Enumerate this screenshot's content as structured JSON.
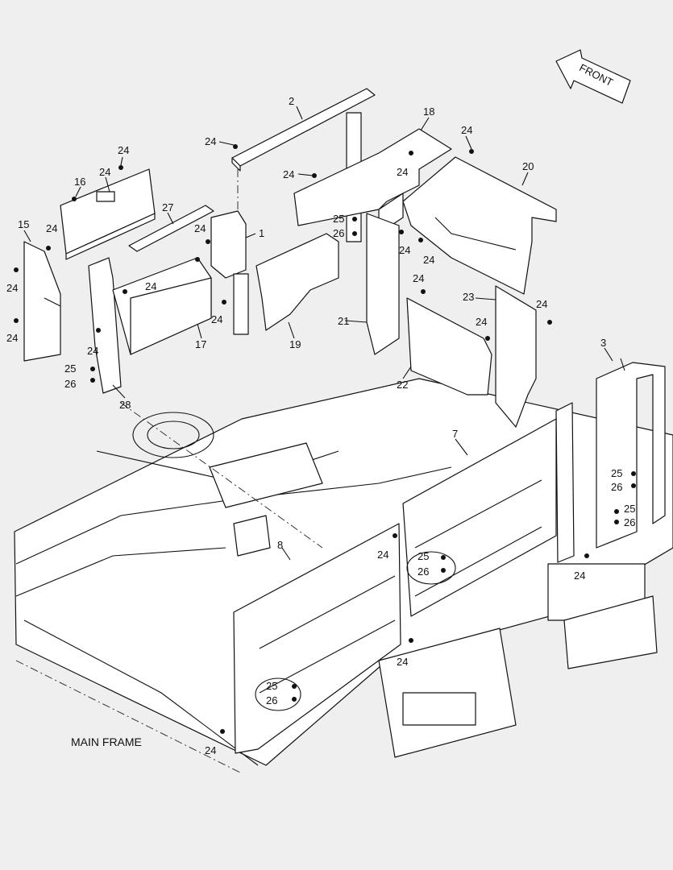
{
  "diagram": {
    "main_label": "MAIN FRAME",
    "direction_label": "FRONT",
    "callouts": [
      {
        "id": "c2",
        "text": "2"
      },
      {
        "id": "c18",
        "text": "18"
      },
      {
        "id": "c24a",
        "text": "24"
      },
      {
        "id": "c24b",
        "text": "24"
      },
      {
        "id": "c24c",
        "text": "24"
      },
      {
        "id": "c24d",
        "text": "24"
      },
      {
        "id": "c16",
        "text": "16"
      },
      {
        "id": "c24e",
        "text": "24"
      },
      {
        "id": "c20",
        "text": "20"
      },
      {
        "id": "c24f",
        "text": "24"
      },
      {
        "id": "c27",
        "text": "27"
      },
      {
        "id": "c15",
        "text": "15"
      },
      {
        "id": "c24g",
        "text": "24"
      },
      {
        "id": "c24h",
        "text": "24"
      },
      {
        "id": "c1",
        "text": "1"
      },
      {
        "id": "c25a",
        "text": "25"
      },
      {
        "id": "c26a",
        "text": "26"
      },
      {
        "id": "c24i",
        "text": "24"
      },
      {
        "id": "c24j",
        "text": "24"
      },
      {
        "id": "c24k",
        "text": "24"
      },
      {
        "id": "c24l",
        "text": "24"
      },
      {
        "id": "c24m",
        "text": "24"
      },
      {
        "id": "c24n",
        "text": "24"
      },
      {
        "id": "c23",
        "text": "23"
      },
      {
        "id": "c24o",
        "text": "24"
      },
      {
        "id": "c21",
        "text": "21"
      },
      {
        "id": "c19",
        "text": "19"
      },
      {
        "id": "c24p",
        "text": "24"
      },
      {
        "id": "c24q",
        "text": "24"
      },
      {
        "id": "c17",
        "text": "17"
      },
      {
        "id": "c24r",
        "text": "24"
      },
      {
        "id": "c3",
        "text": "3"
      },
      {
        "id": "c25b",
        "text": "25"
      },
      {
        "id": "c26b",
        "text": "26"
      },
      {
        "id": "c22",
        "text": "22"
      },
      {
        "id": "c28",
        "text": "28"
      },
      {
        "id": "c7",
        "text": "7"
      },
      {
        "id": "c25c",
        "text": "25"
      },
      {
        "id": "c26c",
        "text": "26"
      },
      {
        "id": "c25d",
        "text": "25"
      },
      {
        "id": "c26d",
        "text": "26"
      },
      {
        "id": "c8",
        "text": "8"
      },
      {
        "id": "c24s",
        "text": "24"
      },
      {
        "id": "c25e",
        "text": "25"
      },
      {
        "id": "c26e",
        "text": "26"
      },
      {
        "id": "c24t",
        "text": "24"
      },
      {
        "id": "c24u",
        "text": "24"
      },
      {
        "id": "c25f",
        "text": "25"
      },
      {
        "id": "c26f",
        "text": "26"
      },
      {
        "id": "c24v",
        "text": "24"
      }
    ]
  }
}
